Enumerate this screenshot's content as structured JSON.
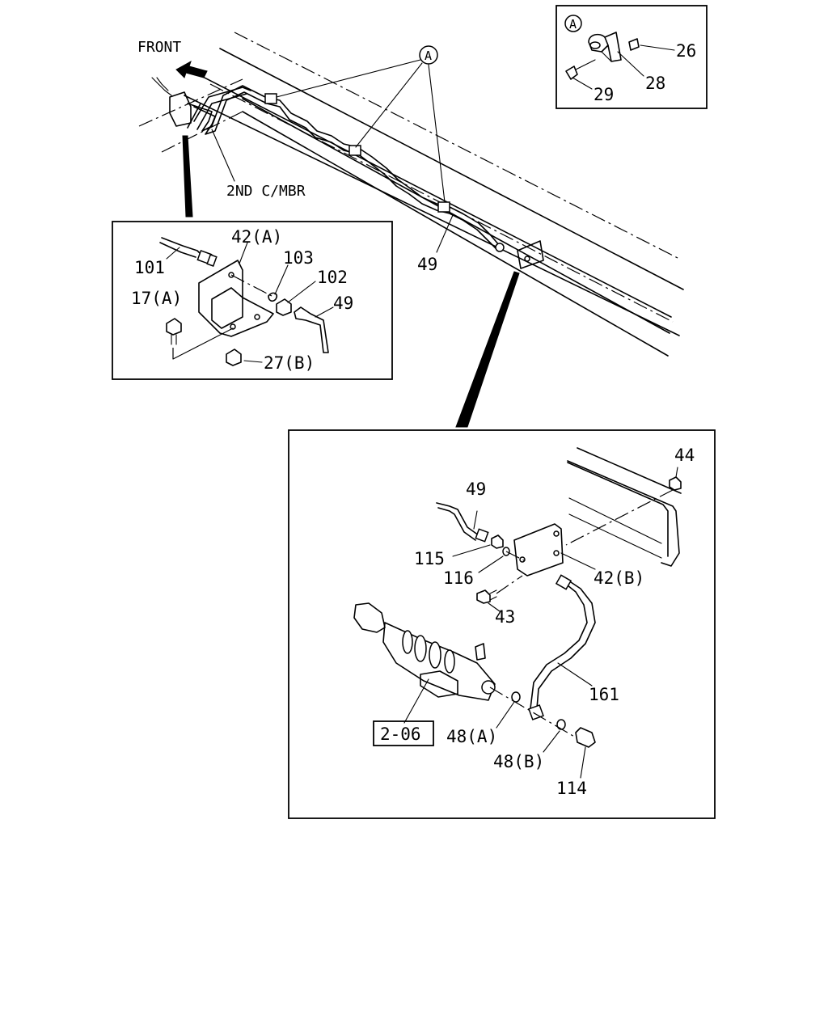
{
  "labels": {
    "front": "FRONT",
    "crossmember": "2ND C/MBR",
    "callout_a": "A",
    "inset_a_marker": "A",
    "n26": "26",
    "n28": "28",
    "n29": "29",
    "n42a": "42(A)",
    "n101": "101",
    "n103": "103",
    "n102": "102",
    "n49_left": "49",
    "n17a": "17(A)",
    "n27b": "27(B)",
    "n49_main": "49",
    "n44": "44",
    "n49_bottom": "49",
    "n115": "115",
    "n116": "116",
    "n42b": "42(B)",
    "n43": "43",
    "n161": "161",
    "ref_206": "2-06",
    "n48a": "48(A)",
    "n48b": "48(B)",
    "n114": "114"
  }
}
